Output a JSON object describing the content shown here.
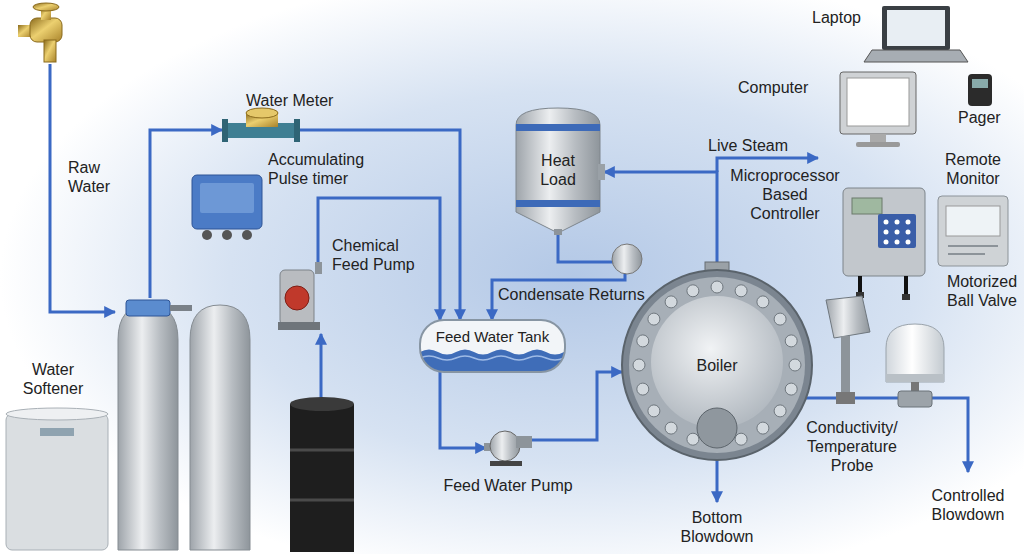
{
  "diagram": {
    "nodes": [
      {
        "text": [
          "Raw Water"
        ]
      },
      {
        "text": [
          "Water Softener"
        ]
      },
      {
        "text": [
          "Water Meter"
        ]
      },
      {
        "text": [
          "Chemical Feed Pump"
        ]
      },
      {
        "text": [
          "Heat Load"
        ]
      },
      {
        "text": [
          "Feed Water Tank"
        ]
      },
      {
        "text": [
          "Feed Water Pump"
        ]
      },
      {
        "text": [
          "Boiler"
        ]
      }
    ],
    "edges": [
      {
        "from": 0,
        "to": 1,
        "arrow": "to"
      },
      {
        "from": 1,
        "to": 2,
        "arrow": "to"
      },
      {
        "from": 2,
        "to": 5,
        "arrow": "to"
      },
      {
        "from": 3,
        "to": 5,
        "arrow": "to"
      },
      {
        "from": 4,
        "to": 5,
        "label": "Condensate Returns",
        "arrow": "to"
      },
      {
        "from": 5,
        "to": 6,
        "arrow": "to"
      },
      {
        "from": 6,
        "to": 7,
        "arrow": "to"
      },
      {
        "from": 7,
        "to": 4,
        "arrow": "to"
      }
    ],
    "labels": [
      "Laptop",
      "Computer",
      "Pager",
      "Accumulating Pulse timer",
      "Live Steam",
      "Microprocessor Based Controller",
      "Remote Monitor",
      "Motorized Ball Valve",
      "Conductivity/ Temperature Probe",
      "Bottom Blowdown",
      "Controlled Blowdown"
    ]
  }
}
